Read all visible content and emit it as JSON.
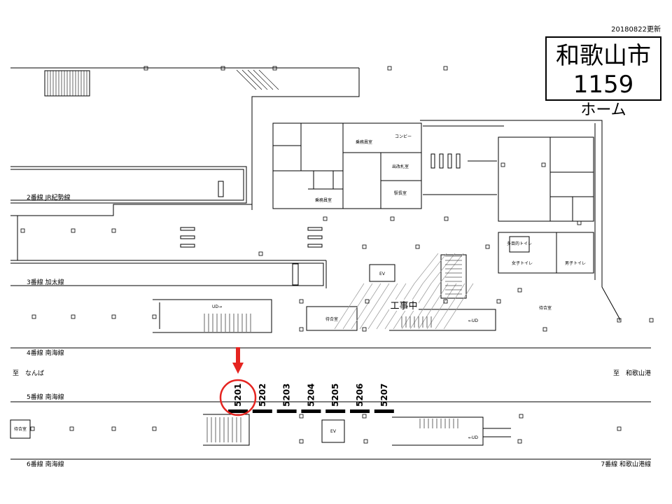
{
  "header": {
    "updated": "20180822更新",
    "station": "和歌山市",
    "code": "1159",
    "area": "ホーム"
  },
  "tracks": {
    "t2": "2番線 JR紀勢線",
    "t3": "3番線 加太線",
    "t4": "4番線 南海線",
    "t5": "5番線 南海線",
    "t6": "6番線 南海線",
    "t7": "7番線 和歌山港線"
  },
  "directions": {
    "left": "至　なんば",
    "right": "至　和歌山港"
  },
  "rooms": {
    "concourse": "コンビー",
    "office_a": "乗務員室",
    "ticket": "出改札室",
    "office_b": "乗務員室",
    "stationmaster": "駅長室",
    "toilet_multi": "多目的トイレ",
    "toilet_women": "女子トイレ",
    "toilet_men": "男子トイレ",
    "waiting_upper": "待合室",
    "waiting_left": "待合室",
    "waiting_right": "待合室",
    "construction": "工事中",
    "ev_upper": "EV",
    "ev_lower": "EV",
    "updown1": "UD→",
    "updown2": "←UD",
    "updown3": "←UD"
  },
  "ad_slots": {
    "highlight": "5201",
    "slots": [
      "5201",
      "5202",
      "5203",
      "5204",
      "5205",
      "5206",
      "5207"
    ]
  },
  "colors": {
    "highlight": "#e52420",
    "line": "#000000"
  }
}
